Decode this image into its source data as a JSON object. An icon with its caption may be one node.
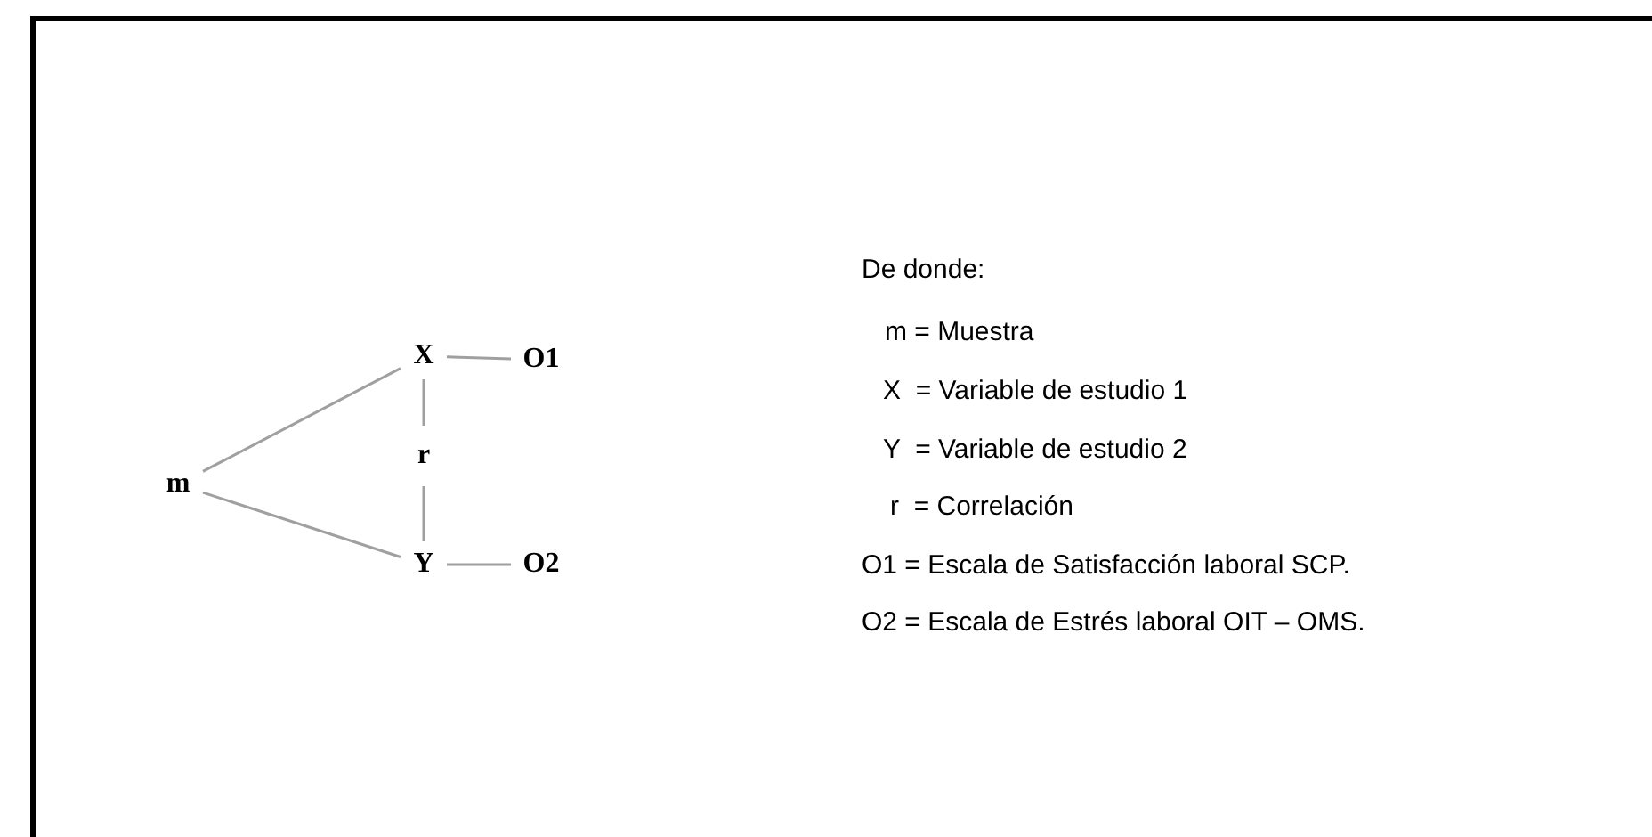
{
  "diagram": {
    "nodes": [
      {
        "text": [
          "m"
        ]
      },
      {
        "text": [
          "X"
        ]
      },
      {
        "text": [
          "O1"
        ]
      },
      {
        "text": [
          "r"
        ]
      },
      {
        "text": [
          "Y"
        ]
      },
      {
        "text": [
          "O2"
        ]
      }
    ],
    "edges": [
      {
        "from": 0,
        "to": 1,
        "arrow": "none"
      },
      {
        "from": 0,
        "to": 4,
        "arrow": "none"
      },
      {
        "from": 1,
        "to": 2,
        "arrow": "none"
      },
      {
        "from": 4,
        "to": 5,
        "arrow": "none"
      },
      {
        "from": 1,
        "to": 3,
        "arrow": "none"
      },
      {
        "from": 3,
        "to": 4,
        "arrow": "none"
      }
    ],
    "labels": [
      "De donde:",
      "m = Muestra",
      "X  = Variable de estudio 1",
      "Y  = Variable de estudio 2",
      "r  = Correlación",
      "O1 = Escala de Satisfacción laboral SCP.",
      "O2 = Escala de Estrés laboral OIT – OMS."
    ]
  }
}
